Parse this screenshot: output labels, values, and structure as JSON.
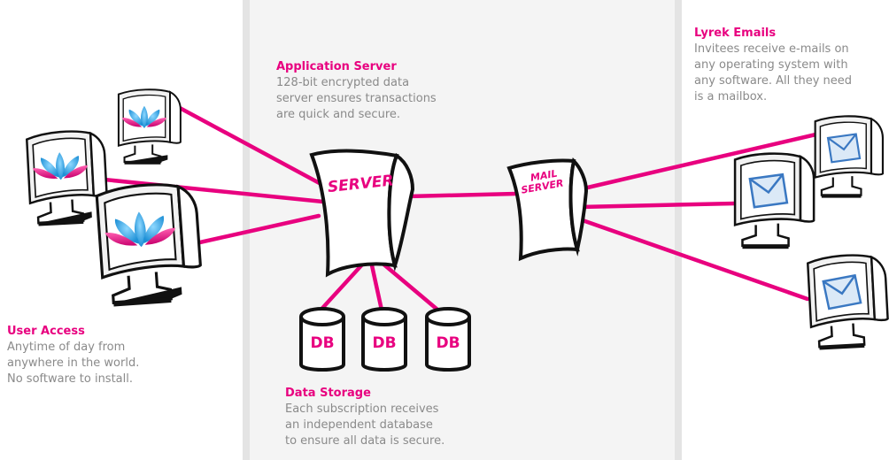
{
  "colors": {
    "accent": "#e8007f",
    "text": "#8a8a8a",
    "divider": "#e4e4e4",
    "panel": "#f4f4f4"
  },
  "sections": {
    "user_access": {
      "title": "User Access",
      "body": "Anytime of day from\nanywhere in the world.\nNo software to install."
    },
    "application_server": {
      "title": "Application Server",
      "body": "128-bit encrypted data\nserver ensures transactions\nare quick and secure."
    },
    "data_storage": {
      "title": "Data Storage",
      "body": "Each subscription receives\nan independent database\nto ensure all data is secure."
    },
    "lyrek_emails": {
      "title": "Lyrek Emails",
      "body": "Invitees receive e-mails on\nany operating system with\nany software. All they need\nis a mailbox."
    }
  },
  "server": {
    "label": "SERVER",
    "icon": "server-icon"
  },
  "mail_server": {
    "line1": "MAIL",
    "line2": "SERVER",
    "icon": "mail-server-icon"
  },
  "databases": [
    {
      "label": "DB",
      "icon": "database-icon"
    },
    {
      "label": "DB",
      "icon": "database-icon"
    },
    {
      "label": "DB",
      "icon": "database-icon"
    }
  ],
  "user_monitors": [
    {
      "icon": "monitor-lotus-icon"
    },
    {
      "icon": "monitor-lotus-icon"
    },
    {
      "icon": "monitor-lotus-icon"
    }
  ],
  "mail_monitors": [
    {
      "icon": "monitor-envelope-icon"
    },
    {
      "icon": "monitor-envelope-icon"
    },
    {
      "icon": "monitor-envelope-icon"
    }
  ]
}
